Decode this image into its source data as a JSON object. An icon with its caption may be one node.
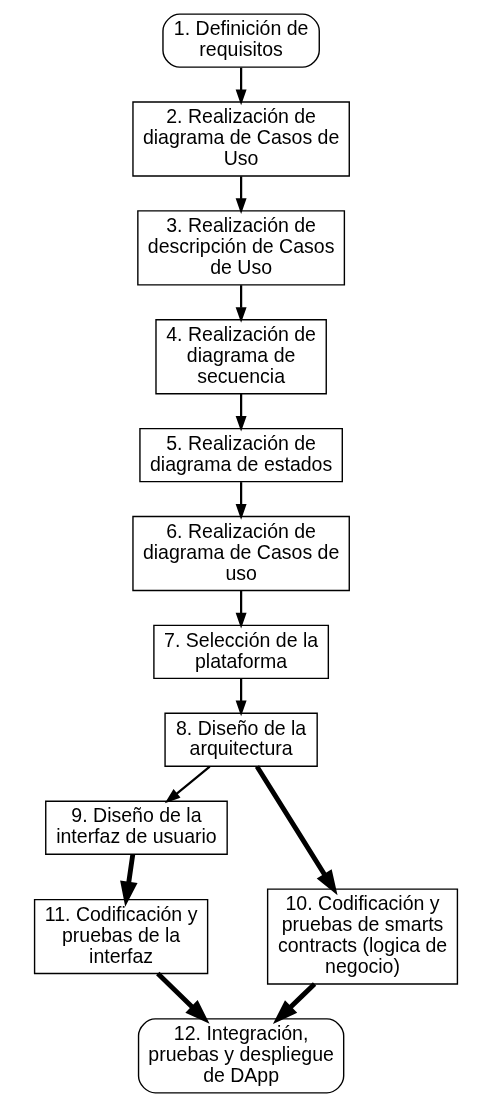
{
  "diagram": {
    "nodes": [
      {
        "text": [
          "1. Definición de requisitos"
        ]
      },
      {
        "text": [
          "2. Realización de diagrama de Casos de Uso"
        ]
      },
      {
        "text": [
          "3. Realización de descripción de Casos de Uso"
        ]
      },
      {
        "text": [
          "4. Realización de diagrama de secuencia"
        ]
      },
      {
        "text": [
          "5. Realización de diagrama de estados"
        ]
      },
      {
        "text": [
          "6. Realización de diagrama de Casos de uso"
        ]
      },
      {
        "text": [
          "7. Selección de la plataforma"
        ]
      },
      {
        "text": [
          "8. Diseño de la arquitectura"
        ]
      },
      {
        "text": [
          "9. Diseño de la interfaz de usuario"
        ]
      },
      {
        "text": [
          "11. Codificación y pruebas de la interfaz"
        ]
      },
      {
        "text": [
          "10. Codificación y pruebas de smarts contracts (logica de negocio)"
        ]
      },
      {
        "text": [
          "12. Integración, pruebas y despliegue de DApp"
        ]
      }
    ],
    "edges": [
      {
        "from": 0,
        "to": 1,
        "arrow": "to"
      },
      {
        "from": 1,
        "to": 2,
        "arrow": "to"
      },
      {
        "from": 2,
        "to": 3,
        "arrow": "to"
      },
      {
        "from": 3,
        "to": 4,
        "arrow": "to"
      },
      {
        "from": 4,
        "to": 5,
        "arrow": "to"
      },
      {
        "from": 5,
        "to": 6,
        "arrow": "to"
      },
      {
        "from": 6,
        "to": 7,
        "arrow": "to"
      },
      {
        "from": 7,
        "to": 8,
        "arrow": "to"
      },
      {
        "from": 7,
        "to": 10,
        "arrow": "to",
        "style": "thick"
      },
      {
        "from": 8,
        "to": 9,
        "arrow": "to",
        "style": "thick"
      },
      {
        "from": 9,
        "to": 11,
        "arrow": "to",
        "style": "thick"
      },
      {
        "from": 10,
        "to": 11,
        "arrow": "to",
        "style": "thick"
      }
    ]
  }
}
